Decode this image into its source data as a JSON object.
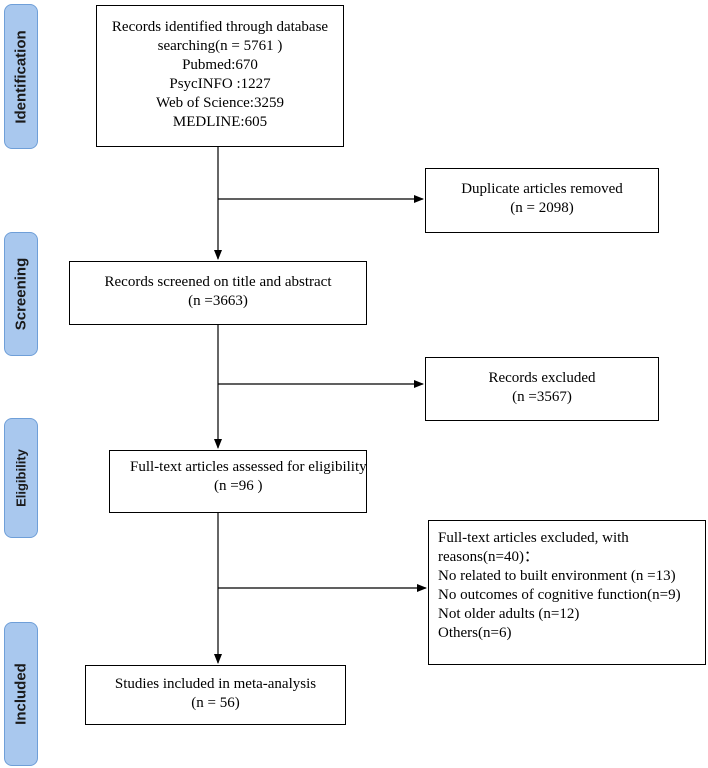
{
  "stages": {
    "identification": "Identification",
    "screening": "Screening",
    "eligibility": "Eligibility",
    "included": "Included"
  },
  "boxes": {
    "identified": {
      "lines": [
        "Records identified through database",
        "searching(n =  5761 )",
        "Pubmed:670",
        "PsycINFO :1227",
        "Web of Science:3259",
        "MEDLINE:605"
      ]
    },
    "duplicates": {
      "lines": [
        "Duplicate articles removed",
        "(n = 2098)"
      ]
    },
    "screened": {
      "lines": [
        "Records screened on title and abstract",
        "(n =3663)"
      ]
    },
    "excluded": {
      "lines": [
        "Records excluded",
        "(n =3567)"
      ]
    },
    "fulltext": {
      "lines": [
        "Full-text articles assessed for eligibility",
        "(n =96 )"
      ]
    },
    "fulltext_excluded": {
      "lines": [
        "Full-text articles excluded, with",
        "reasons(n=40)：",
        "No related to built environment (n =13)",
        "No outcomes of cognitive function(n=9)",
        "Not  older adults (n=12)",
        "Others(n=6)"
      ]
    },
    "included": {
      "lines": [
        "Studies included in meta-analysis",
        "(n = 56)"
      ]
    }
  }
}
